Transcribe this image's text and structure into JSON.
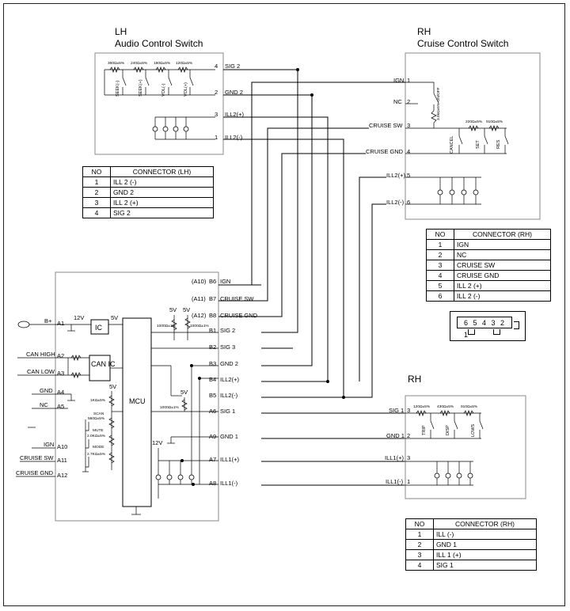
{
  "lh": {
    "title1": "LH",
    "title2": "Audio Control Switch",
    "resistors": [
      "360Ω±5%",
      "240Ω±5%",
      "180Ω±5%",
      "120Ω±5%"
    ],
    "switches": [
      "SEEK(-)",
      "SEEK(+)",
      "VOL(-)",
      "VOL(+)"
    ],
    "pins": [
      {
        "no": "4",
        "name": "SIG 2"
      },
      {
        "no": "2",
        "name": "GND 2"
      },
      {
        "no": "3",
        "name": "ILL2(+)"
      },
      {
        "no": "1",
        "name": "ILL2(-)"
      }
    ]
  },
  "rh_cruise": {
    "title1": "RH",
    "title2": "Cruise Control Switch",
    "pins": [
      {
        "no": "1",
        "name": "IGN"
      },
      {
        "no": "2",
        "name": "NC"
      },
      {
        "no": "3",
        "name": "CRUISE SW"
      },
      {
        "no": "4",
        "name": "CRUISE GND"
      },
      {
        "no": "5",
        "name": "ILL2(+)"
      },
      {
        "no": "6",
        "name": "ILL2(-)"
      }
    ],
    "onoff_label": "3.9kΩ±5% ON/OFF",
    "resistors": [
      "220Ω±5%",
      "910Ω±5%"
    ],
    "switches": [
      "CANCEL",
      "SET",
      "RES"
    ]
  },
  "rh_audio": {
    "title": "RH",
    "resistors": [
      "120Ω±5%",
      "430Ω±5%",
      "910Ω±5%"
    ],
    "switches": [
      "TRIP",
      "DISP",
      "LOWS"
    ],
    "pins": [
      {
        "no": "3",
        "name": "SIG 1"
      },
      {
        "no": "2",
        "name": "GND 1"
      },
      {
        "no": "3",
        "name": "ILL1(+)"
      },
      {
        "no": "1",
        "name": "ILL1(-)"
      }
    ]
  },
  "unit": {
    "left_pins": [
      {
        "label": "B+",
        "pin": "A1"
      },
      {
        "label": "CAN HIGH",
        "pin": "A2"
      },
      {
        "label": "CAN LOW",
        "pin": "A3"
      },
      {
        "label": "GND",
        "pin": "A4"
      },
      {
        "label": "NC",
        "pin": "A5"
      },
      {
        "label": "IGN",
        "pin": "A10"
      },
      {
        "label": "CRUISE SW",
        "pin": "A11"
      },
      {
        "label": "CRUISE GND",
        "pin": "A12"
      }
    ],
    "right_pins": [
      {
        "alias": "(A10)",
        "pin": "B6",
        "name": "IGN"
      },
      {
        "alias": "(A11)",
        "pin": "B7",
        "name": "CRUISE SW"
      },
      {
        "alias": "(A12)",
        "pin": "B8",
        "name": "CRUISE GND"
      },
      {
        "alias": "",
        "pin": "B1",
        "name": "SIG 2"
      },
      {
        "alias": "",
        "pin": "B2",
        "name": "SIG 3"
      },
      {
        "alias": "",
        "pin": "B3",
        "name": "GND 2"
      },
      {
        "alias": "",
        "pin": "B4",
        "name": "ILL2(+)"
      },
      {
        "alias": "",
        "pin": "B5",
        "name": "ILL2(-)"
      },
      {
        "alias": "",
        "pin": "A6",
        "name": "SIG 1"
      },
      {
        "alias": "",
        "pin": "A9",
        "name": "GND 1"
      },
      {
        "alias": "",
        "pin": "A7",
        "name": "ILL1(+)"
      },
      {
        "alias": "",
        "pin": "A8",
        "name": "ILL1(-)"
      }
    ],
    "ic": "IC",
    "can_ic": "CAN IC",
    "mcu": "MCU",
    "v12": "12V",
    "v5": "5V",
    "r1000a": "1000Ω±1%",
    "r1000b": "1000Ω±1%",
    "r1000c": "1000Ω±1%",
    "r1k": "1KΩ±5%",
    "scan_label": "SCAN",
    "scan_r": "560Ω±5%",
    "mute_label": "MUTE",
    "mute_r": "2.0KΩ±5%",
    "mode_label": "MODE",
    "mode_r": "2.7KΩ±5%"
  },
  "tables": {
    "lh": {
      "header": [
        "NO",
        "CONNECTOR (LH)"
      ],
      "rows": [
        [
          "1",
          "ILL 2 (-)"
        ],
        [
          "2",
          "GND 2"
        ],
        [
          "3",
          "ILL 2 (+)"
        ],
        [
          "4",
          "SIG 2"
        ]
      ]
    },
    "rh_cruise": {
      "header": [
        "NO",
        "CONNECTOR (RH)"
      ],
      "rows": [
        [
          "1",
          "IGN"
        ],
        [
          "2",
          "NC"
        ],
        [
          "3",
          "CRUISE SW"
        ],
        [
          "4",
          "CRUISE GND"
        ],
        [
          "5",
          "ILL 2 (+)"
        ],
        [
          "6",
          "ILL 2 (-)"
        ]
      ]
    },
    "rh_audio": {
      "header": [
        "NO",
        "CONNECTOR (RH)"
      ],
      "rows": [
        [
          "1",
          "ILL (-)"
        ],
        [
          "2",
          "GND 1"
        ],
        [
          "3",
          "ILL 1 (+)"
        ],
        [
          "4",
          "SIG 1"
        ]
      ]
    }
  },
  "connector_face": "6 5 4 3 2 1"
}
